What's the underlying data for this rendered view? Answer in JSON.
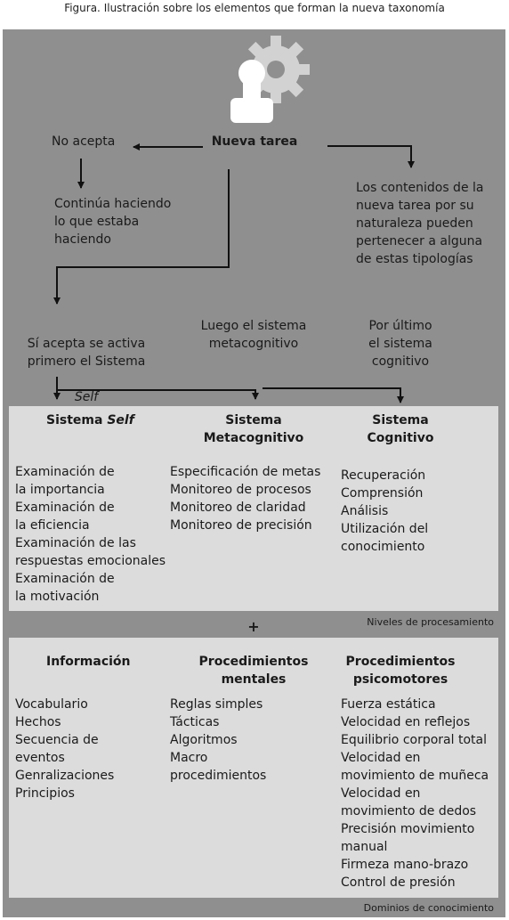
{
  "caption": "Figura. Ilustración sobre los elementos que forman la nueva taxonomía",
  "top": {
    "nueva_tarea": "Nueva tarea",
    "no_acepta": "No acepta",
    "continua": "Continúa haciendo\nlo que estaba\nhaciendo",
    "contenidos": "Los contenidos de la\nnueva tarea por su\nnaturaleza pueden\npertenecer a alguna\nde estas tipologías",
    "si_acepta_1": "Sí acepta se activa\nprimero el Sistema",
    "si_acepta_self": "Self",
    "luego": "Luego el sistema\nmetacognitivo",
    "por_ultimo": "Por último\nel sistema\ncognitivo"
  },
  "niveles": {
    "col1_title_a": "Sistema ",
    "col1_title_b": "Self",
    "col2_title": "Sistema\nMetacognitivo",
    "col3_title": "Sistema\nCognitivo",
    "col1_items": "Examinación de\nla importancia\nExaminación de\nla eficiencia\nExaminación de las\nrespuestas emocionales\nExaminación de\nla motivación",
    "col2_items": "Especificación de metas\nMonitoreo de procesos\nMonitoreo de claridad\nMonitoreo de precisión",
    "col3_items": "Recuperación\nComprensión\nAnálisis\nUtilización del\nconocimiento",
    "label": "Niveles de procesamiento"
  },
  "plus": "+",
  "dominios": {
    "col1_title": "Información",
    "col2_title": "Procedimientos\nmentales",
    "col3_title": "Procedimientos\npsicomotores",
    "col1_items": "Vocabulario\nHechos\nSecuencia de\neventos\nGenralizaciones\nPrincipios",
    "col2_items": "Reglas simples\nTácticas\nAlgoritmos\nMacro\nprocedimientos",
    "col3_items": "Fuerza estática\nVelocidad en reflejos\nEquilibrio corporal total\nVelocidad en\nmovimiento de muñeca\nVelocidad en\nmovimiento de dedos\nPrecisión movimiento\nmanual\nFirmeza mano-brazo\nControl de presión",
    "label": "Dominios de conocimiento"
  },
  "colors": {
    "background": "#8f8f8f",
    "panel": "#dcdcdc",
    "icon": "#ffffff",
    "gear": "#d0d0d0"
  },
  "icons": [
    "person-icon",
    "gear-icon"
  ]
}
